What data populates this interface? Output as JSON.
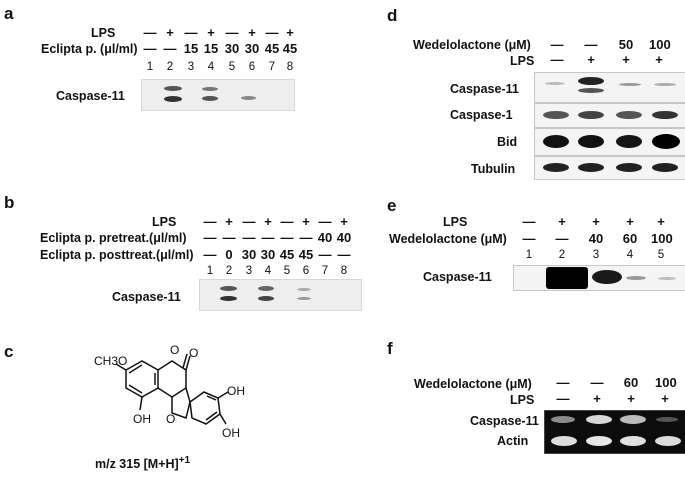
{
  "panel_a": {
    "letter": "a",
    "lps_label": "LPS",
    "treat_label": "Eclipta p. (μl/ml)",
    "lps": [
      "—",
      "+",
      "—",
      "+",
      "—",
      "+",
      "—",
      "+"
    ],
    "dose": [
      "—",
      "—",
      "15",
      "15",
      "30",
      "30",
      "45",
      "45"
    ],
    "lanes": [
      "1",
      "2",
      "3",
      "4",
      "5",
      "6",
      "7",
      "8"
    ],
    "blot_label": "Caspase-11"
  },
  "panel_b": {
    "letter": "b",
    "lps_label": "LPS",
    "pre_label": "Eclipta p. pretreat.(μl/ml)",
    "post_label": "Eclipta p. posttreat.(μl/ml)",
    "lps": [
      "—",
      "+",
      "—",
      "+",
      "—",
      "+",
      "—",
      "+"
    ],
    "pre": [
      "—",
      "—",
      "—",
      "—",
      "—",
      "—",
      "40",
      "40"
    ],
    "post": [
      "—",
      "0",
      "30",
      "30",
      "45",
      "45",
      "—",
      "—"
    ],
    "lanes": [
      "1",
      "2",
      "3",
      "4",
      "5",
      "6",
      "7",
      "8"
    ],
    "blot_label": "Caspase-11"
  },
  "panel_c": {
    "letter": "c",
    "och3": "CH3O",
    "oh": "OH",
    "o": "O",
    "mass_label": "m/z 315 [M+H]",
    "mass_sup": "+1"
  },
  "panel_d": {
    "letter": "d",
    "treat_label": "Wedelolactone (μM)",
    "lps_label": "LPS",
    "dose": [
      "—",
      "—",
      "50",
      "100"
    ],
    "lps": [
      "—",
      "+",
      "+",
      "+"
    ],
    "blots": [
      "Caspase-11",
      "Caspase-1",
      "Bid",
      "Tubulin"
    ]
  },
  "panel_e": {
    "letter": "e",
    "lps_label": "LPS",
    "treat_label": "Wedelolactone (μM)",
    "lps": [
      "—",
      "+",
      "+",
      "+",
      "+"
    ],
    "dose": [
      "—",
      "—",
      "40",
      "60",
      "100"
    ],
    "lanes": [
      "1",
      "2",
      "3",
      "4",
      "5"
    ],
    "blot_label": "Caspase-11"
  },
  "panel_f": {
    "letter": "f",
    "treat_label": "Wedelolactone (μM)",
    "lps_label": "LPS",
    "dose": [
      "—",
      "—",
      "60",
      "100"
    ],
    "lps": [
      "—",
      "+",
      "+",
      "+"
    ],
    "blots": [
      "Caspase-11",
      "Actin"
    ]
  }
}
